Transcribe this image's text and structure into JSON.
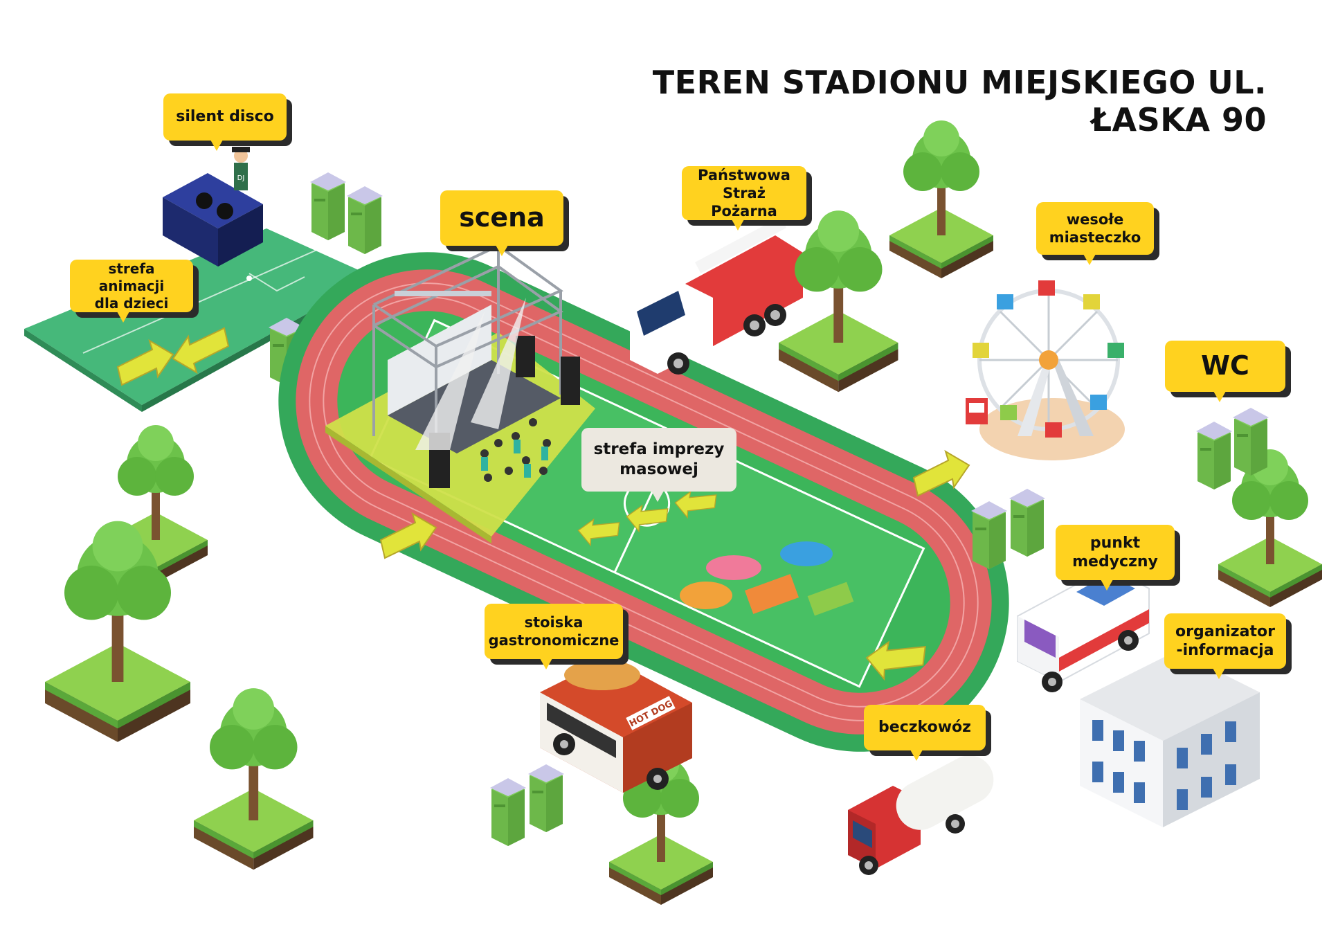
{
  "title": "TEREN STADIONU MIEJSKIEGO UL. ŁASKA 90",
  "labels": {
    "silent_disco": "silent disco",
    "scena": "scena",
    "straz": "Państwowa\nStraż Pożarna",
    "wesole": "wesołe\nmiasteczko",
    "wc": "WC",
    "animacji": "strefa animacji\ndla dzieci",
    "impreza": "strefa imprezy\nmasowej",
    "medyczny": "punkt\nmedyczny",
    "organizator": "organizator\n-informacja",
    "gastro": "stoiska\ngastronomiczne",
    "beczkowoz": "beczkowóz"
  },
  "food_truck_sign": "HOT DOG",
  "dj_badge": "DJ",
  "icons": [
    "tree-icon",
    "portable-toilet-icon",
    "fire-truck-icon",
    "ambulance-icon",
    "ferris-wheel-icon",
    "food-truck-icon",
    "water-tanker-icon",
    "building-icon",
    "stage-icon",
    "dj-booth-icon",
    "direction-arrow-icon"
  ],
  "colors": {
    "bubble": "#ffd21f",
    "bubble_light": "#ece8e0",
    "track": "#e06a6a",
    "grass": "#3cb55a",
    "field_yellow": "#cfe04a"
  }
}
